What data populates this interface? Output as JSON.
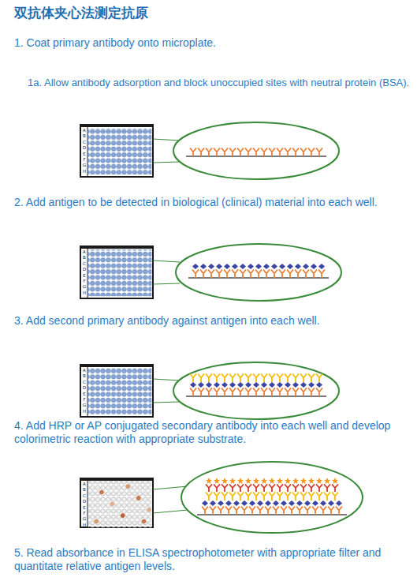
{
  "diagram": {
    "title": "双抗体夹心法测定抗原",
    "labels": [
      "1. Coat primary antibody onto microplate.",
      "1a. Allow antibody adsorption and block unoccupied sites with neutral protein (BSA).",
      "A",
      "B",
      "C",
      "D",
      "E",
      "F",
      "G",
      "H",
      "2. Add antigen to be detected in biological (clinical) material into each well.",
      "A",
      "B",
      "C",
      "D",
      "E",
      "F",
      "G",
      "H",
      "3. Add second primary antibody against antigen into each well.",
      "A",
      "B",
      "C",
      "D",
      "E",
      "F",
      "G",
      "H",
      "4. Add HRP or AP conjugated secondary antibody into each well and develop colorimetric reaction with appropriate substrate.",
      "A",
      "B",
      "C",
      "D",
      "E",
      "F",
      "G",
      "H",
      "5. Read absorbance in ELISA spectrophotometer with appropriate filter and quantitate relative antigen levels."
    ]
  }
}
